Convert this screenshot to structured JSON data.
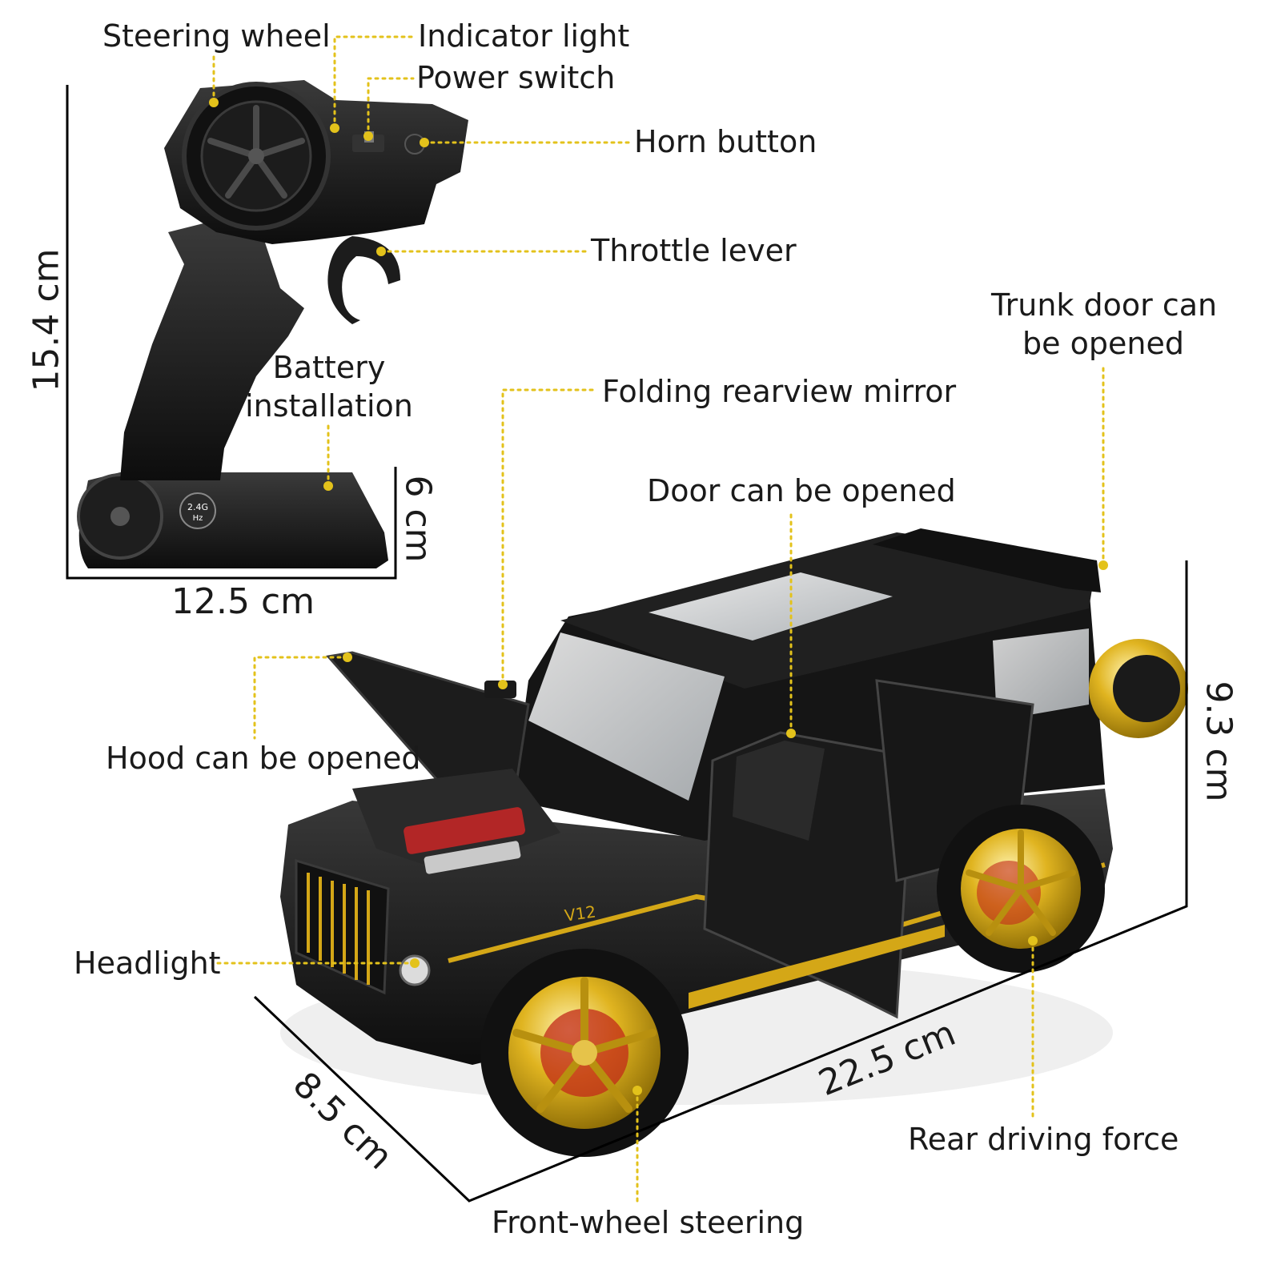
{
  "labels": {
    "steering_wheel": "Steering wheel",
    "indicator_light": "Indicator light",
    "power_switch": "Power switch",
    "horn_button": "Horn button",
    "throttle_lever": "Throttle lever",
    "battery_line1": "Battery",
    "battery_line2": "installation",
    "trunk_line1": "Trunk door can",
    "trunk_line2": "be opened",
    "folding_mirror": "Folding rearview mirror",
    "door": "Door can be opened",
    "hood": "Hood can be opened",
    "headlight": "Headlight",
    "rear_drive": "Rear driving force",
    "front_steering": "Front-wheel steering"
  },
  "dimensions": {
    "remote_height": "15.4 cm",
    "remote_width": "12.5 cm",
    "remote_base": "6 cm",
    "car_height": "9.3 cm",
    "car_length": "22.5 cm",
    "car_width": "8.5 cm"
  },
  "remote_badge": {
    "top": "2.4G",
    "bottom": "Hz"
  },
  "car_badge": "V12",
  "colors": {
    "callout": "#e3c21b",
    "body": "#141414",
    "gold": "#d4a717",
    "line": "#000000"
  }
}
